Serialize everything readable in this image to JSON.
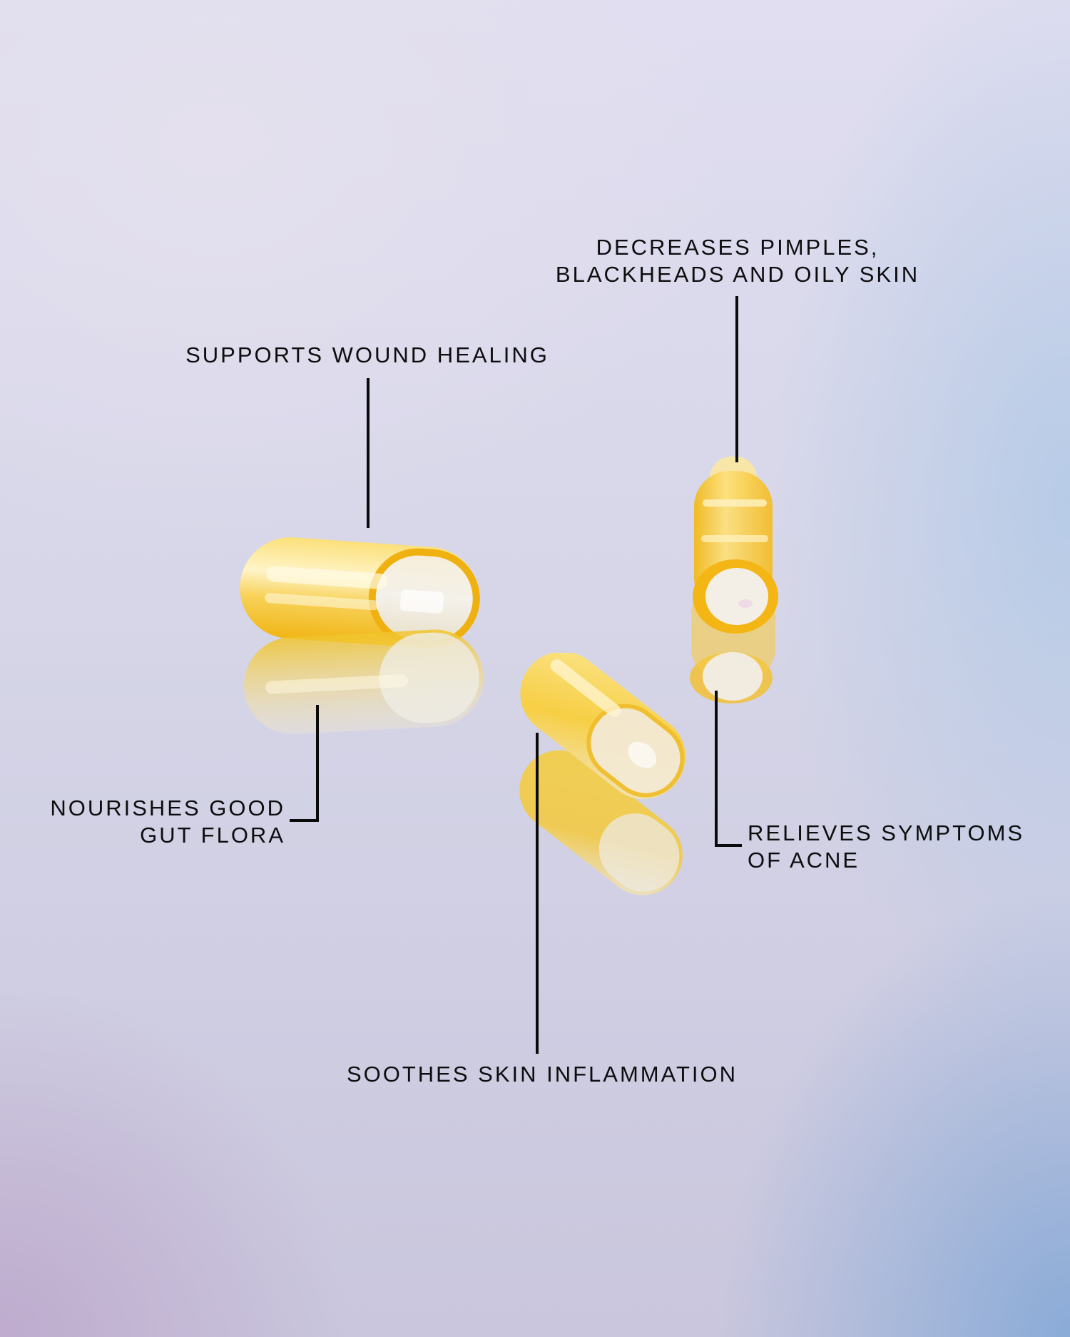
{
  "background": {
    "colors": {
      "top_left": "#e2e0ee",
      "top_right": "#c2cfea",
      "bottom_left": "#bfafcc",
      "bottom_right": "#8eafd7"
    }
  },
  "product": {
    "type": "capsules",
    "count_visible": 3,
    "capsule_color": "#f5c21a",
    "capsule_highlight": "#fff3c2",
    "fill_color": "#f1ece4"
  },
  "callouts": [
    {
      "id": "wound",
      "line1": "SUPPORTS WOUND HEALING",
      "line2": ""
    },
    {
      "id": "pimples",
      "line1": "DECREASES PIMPLES,",
      "line2": "BLACKHEADS AND OILY SKIN"
    },
    {
      "id": "gut",
      "line1": "NOURISHES GOOD",
      "line2": "GUT FLORA"
    },
    {
      "id": "acne",
      "line1": "RELIEVES SYMPTOMS",
      "line2": "OF ACNE"
    },
    {
      "id": "inflammation",
      "line1": "SOOTHES SKIN INFLAMMATION",
      "line2": ""
    }
  ]
}
